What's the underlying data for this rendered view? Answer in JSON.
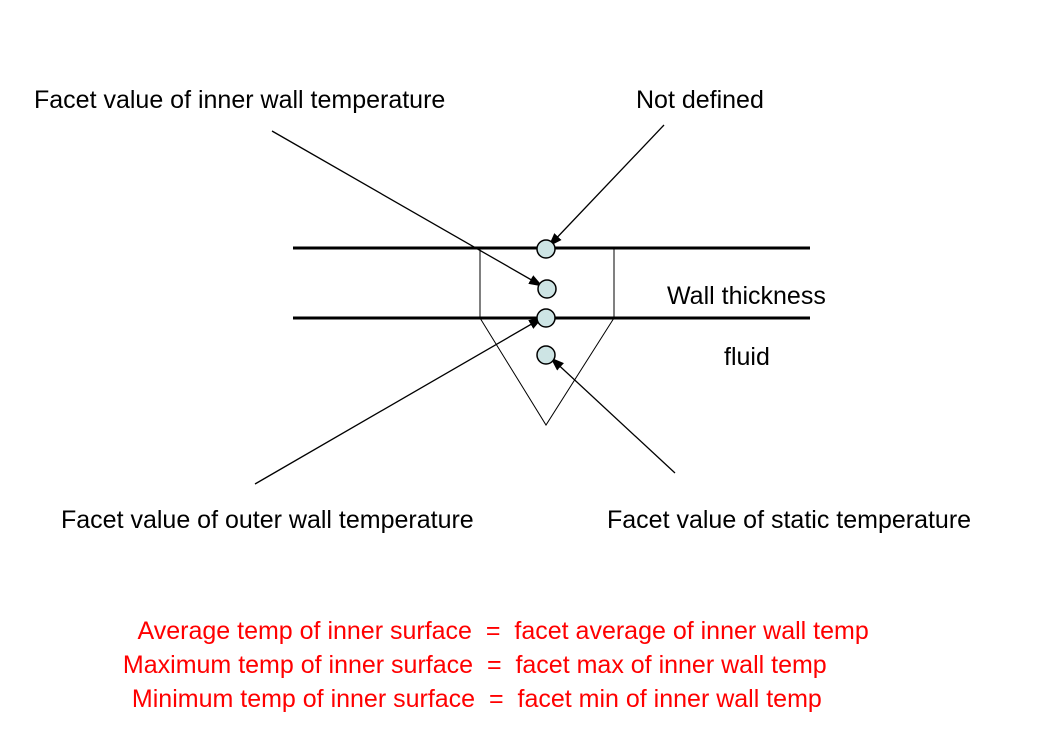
{
  "labels": {
    "inner_wall": "Facet value of inner wall temperature",
    "not_defined": "Not defined",
    "wall_thickness": "Wall thickness",
    "fluid": "fluid",
    "outer_wall": "Facet value of outer wall temperature",
    "static": "Facet value of static temperature"
  },
  "equations": [
    {
      "left": "Average temp of inner surface",
      "eq": "=",
      "right": "facet average of inner wall temp"
    },
    {
      "left": "Maximum temp of inner surface",
      "eq": "=",
      "right": "facet max of inner wall temp"
    },
    {
      "left": "Minimum temp of inner surface",
      "eq": "=",
      "right": "facet min of inner wall temp"
    }
  ],
  "colors": {
    "equation_text": "#ff0000",
    "node_fill": "#cde4e4",
    "line": "#000000"
  }
}
